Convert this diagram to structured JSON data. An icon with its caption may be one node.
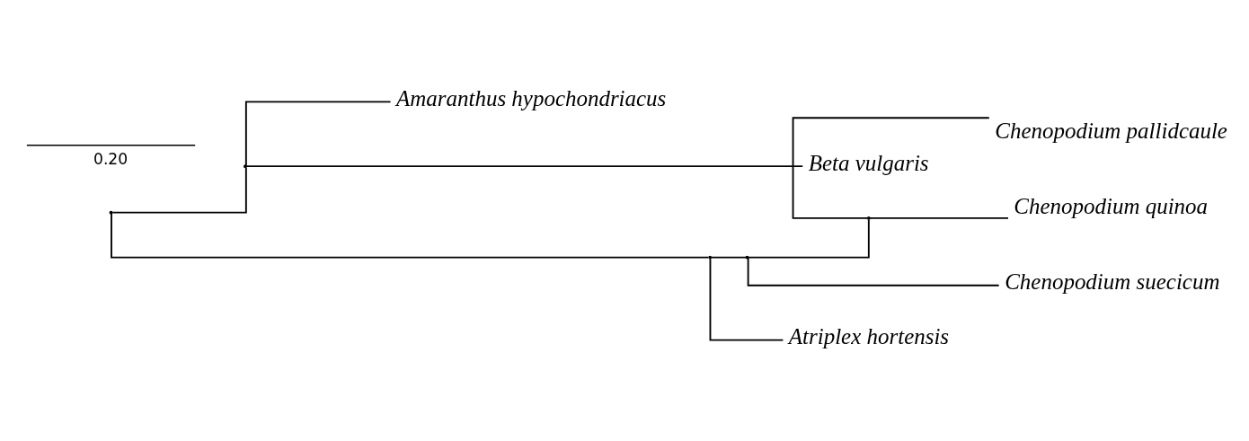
{
  "diagram": {
    "nodes": [
      {
        "text": [],
        "shape": "point"
      },
      {
        "text": [],
        "shape": "point"
      },
      {
        "text": [],
        "shape": "point"
      },
      {
        "text": [],
        "shape": "point"
      },
      {
        "text": [],
        "shape": "point"
      },
      {
        "text": [
          "Chenopodium pallidcaule"
        ]
      },
      {
        "text": [
          "Chenopodium quinoa"
        ]
      },
      {
        "text": [
          "Chenopodium suecicum"
        ]
      },
      {
        "text": [
          "Atriplex hortensis"
        ]
      },
      {
        "text": [
          "Amaranthus hypochondriacus"
        ]
      },
      {
        "text": [
          "Beta vulgaris"
        ]
      }
    ],
    "edges": [
      {
        "from": 0,
        "to": 2,
        "arrow": "none"
      },
      {
        "from": 0,
        "to": 1,
        "arrow": "none"
      },
      {
        "from": 2,
        "to": 3,
        "arrow": "none"
      },
      {
        "from": 2,
        "to": 8,
        "arrow": "none"
      },
      {
        "from": 3,
        "to": 4,
        "arrow": "none"
      },
      {
        "from": 3,
        "to": 7,
        "arrow": "none"
      },
      {
        "from": 4,
        "to": 5,
        "arrow": "none"
      },
      {
        "from": 4,
        "to": 6,
        "arrow": "none"
      },
      {
        "from": 1,
        "to": 9,
        "arrow": "none"
      },
      {
        "from": 1,
        "to": 10,
        "arrow": "none"
      }
    ],
    "labels": [
      "0.20"
    ]
  }
}
